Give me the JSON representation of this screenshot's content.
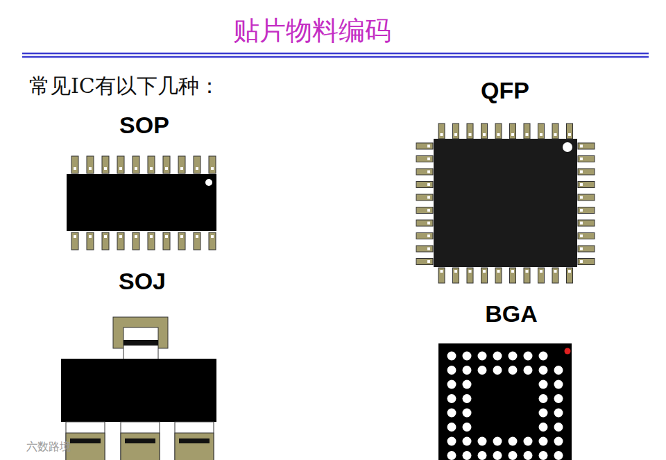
{
  "diagram": {
    "title": "贴片物料编码",
    "labels": [
      "常见IC有以下几种：",
      "SOP",
      "QFP",
      "SOJ",
      "BGA",
      "六数路境"
    ]
  }
}
